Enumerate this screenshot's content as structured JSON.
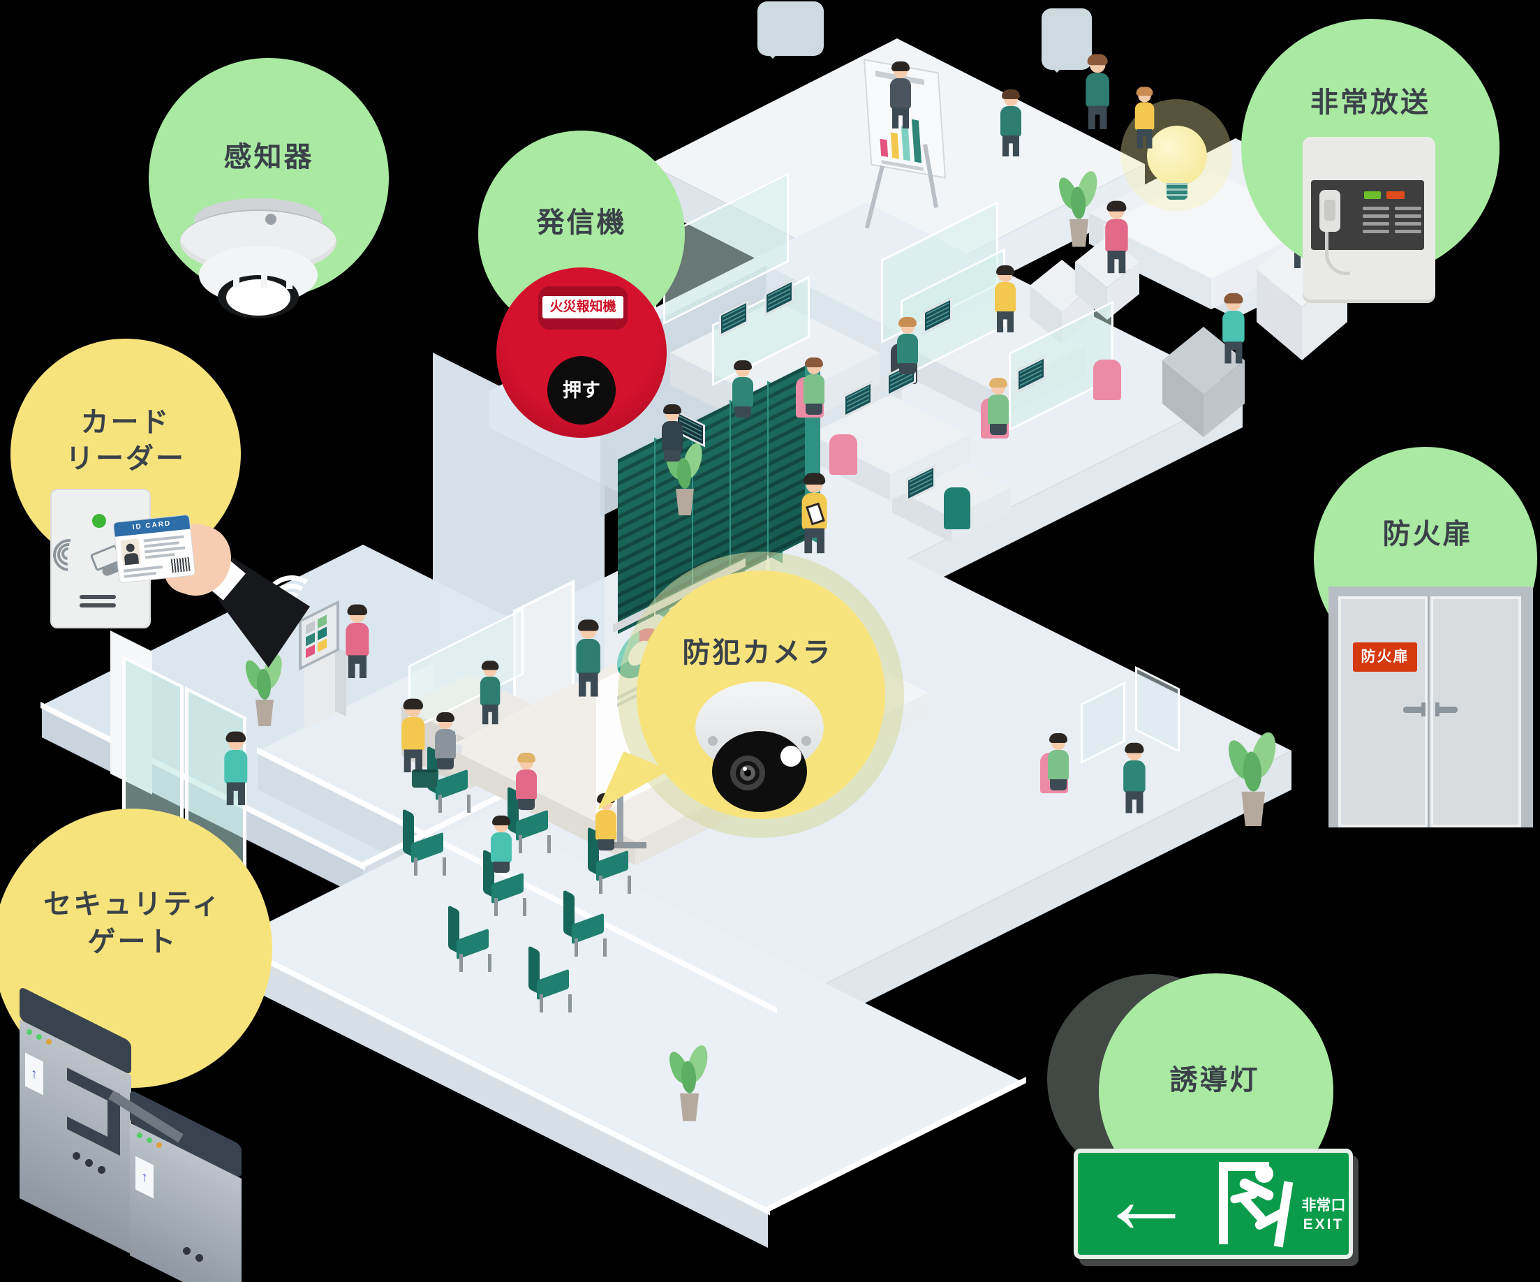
{
  "callouts": {
    "sensor": {
      "label": "感知器"
    },
    "transmitter": {
      "label": "発信機",
      "device": {
        "plate": "火災報知機",
        "button": "押す"
      }
    },
    "broadcast": {
      "label": "非常放送"
    },
    "card_reader": {
      "label_line1": "カード",
      "label_line2": "リーダー",
      "device": {
        "card_header": "ID CARD"
      }
    },
    "security_gate": {
      "label_line1": "セキュリティ",
      "label_line2": "ゲート"
    },
    "camera": {
      "label": "防犯カメラ"
    },
    "fire_door": {
      "label": "防火扉",
      "device": {
        "sign": "防火扉"
      }
    },
    "exit_light": {
      "label": "誘導灯",
      "device": {
        "text_jp": "非常口",
        "text_en": "EXIT"
      }
    }
  },
  "icons": {
    "gate_arrow_icon": "↑",
    "exit_arrow_icon": "←",
    "wifi_icon": "arcs",
    "contactless_icon": "card-waves",
    "running_man_icon": "exit-pictogram"
  },
  "palette": {
    "callout_green": "#A9E9A2",
    "callout_yellow": "#F7E37C",
    "label_text": "#3A4148",
    "alarm_red": "#C8102E",
    "exit_green": "#0A9C4A",
    "fire_door_sign_red": "#D5390E",
    "id_card_blue": "#2D6DA8",
    "led_green": "#3DB535",
    "server_teal": "#1D6E62"
  }
}
